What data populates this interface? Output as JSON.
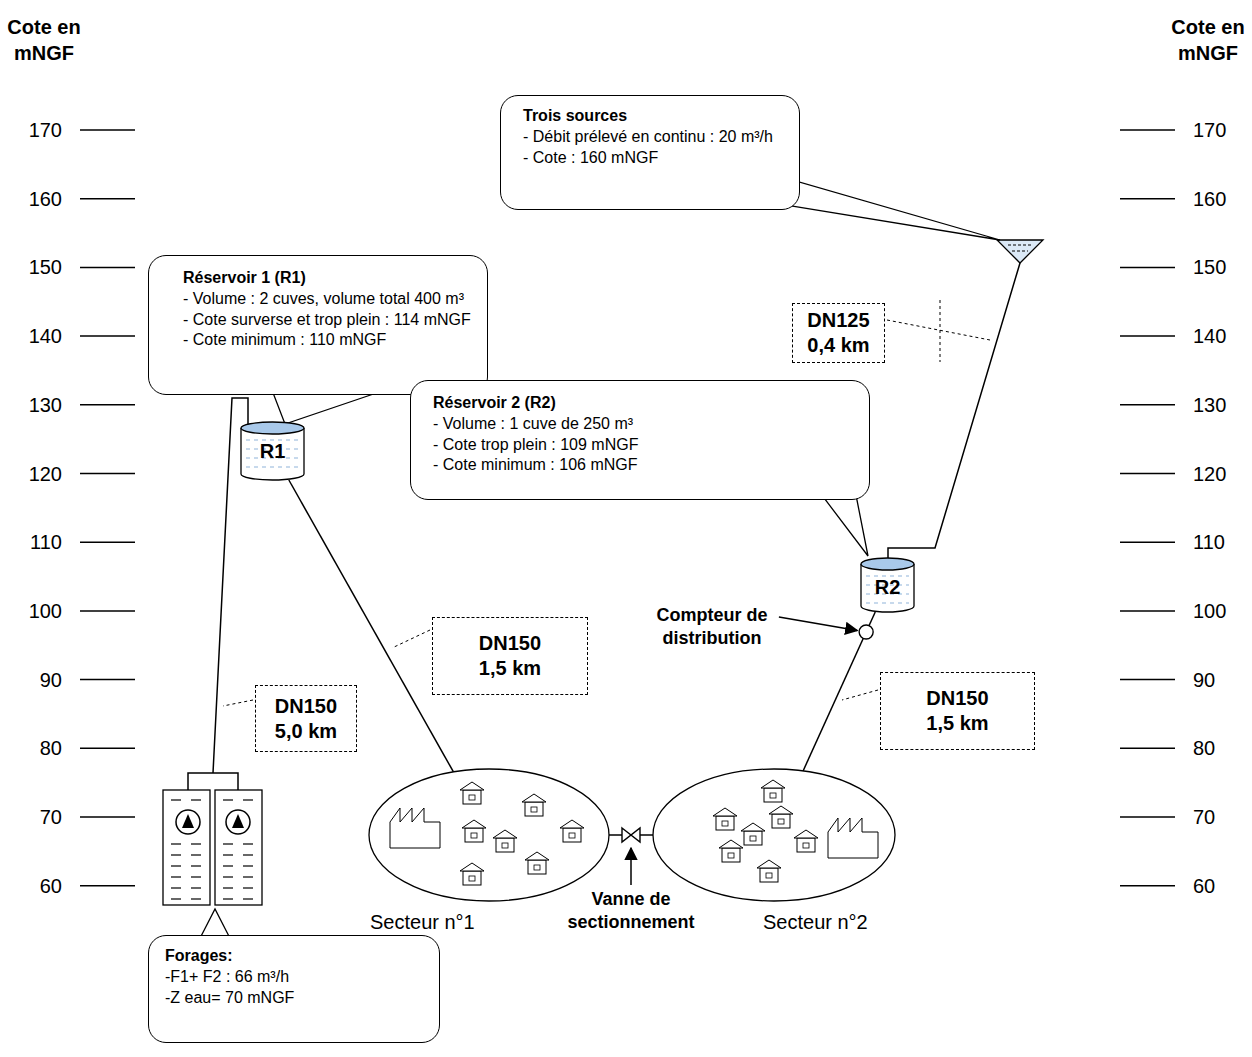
{
  "diagram": {
    "nodes": [
      {
        "text": [
          "Trois sources",
          "- Débit prélevé en continu : 20 m³/h",
          "- Cote : 160 mNGF"
        ]
      },
      {
        "text": [
          "Réservoir 1 (R1)",
          "- Volume : 2 cuves, volume total 400 m³",
          "- Cote surverse et trop plein : 114 mNGF",
          "- Cote minimum : 110 mNGF"
        ]
      },
      {
        "text": [
          "DN125 0,4 km"
        ]
      },
      {
        "text": [
          "R1"
        ]
      },
      {
        "text": [
          "Réservoir 2 (R2)",
          "- Volume : 1 cuve de 250 m³",
          "- Cote trop plein : 109 mNGF",
          "- Cote minimum : 106 mNGF"
        ]
      },
      {
        "text": [
          "R2"
        ]
      },
      {
        "text": [
          "DN150 1,5 km"
        ]
      },
      {
        "text": [
          "DN150 5,0 km"
        ]
      },
      {
        "text": [
          "DN150 1,5 km"
        ]
      },
      {
        "text": [
          "Secteur n°1"
        ]
      },
      {
        "text": [
          "Secteur n°2"
        ]
      },
      {
        "text": [
          "Forages:",
          "-F1+ F2 : 66 m³/h",
          "-Z eau= 70 mNGF"
        ]
      }
    ],
    "edges": [
      {
        "from": 3,
        "to": 9,
        "arrow": "none"
      },
      {
        "from": 5,
        "to": 10,
        "arrow": "none"
      },
      {
        "from": 9,
        "to": 10,
        "arrow": "none"
      }
    ],
    "labels": [
      "Cote en mNGF",
      "Cote en mNGF",
      "170",
      "160",
      "150",
      "140",
      "130",
      "120",
      "110",
      "100",
      "90",
      "80",
      "70",
      "60",
      "170",
      "160",
      "150",
      "140",
      "130",
      "120",
      "110",
      "100",
      "90",
      "80",
      "70",
      "60",
      "Compteur de distribution",
      "Vanne de sectionnement"
    ]
  }
}
